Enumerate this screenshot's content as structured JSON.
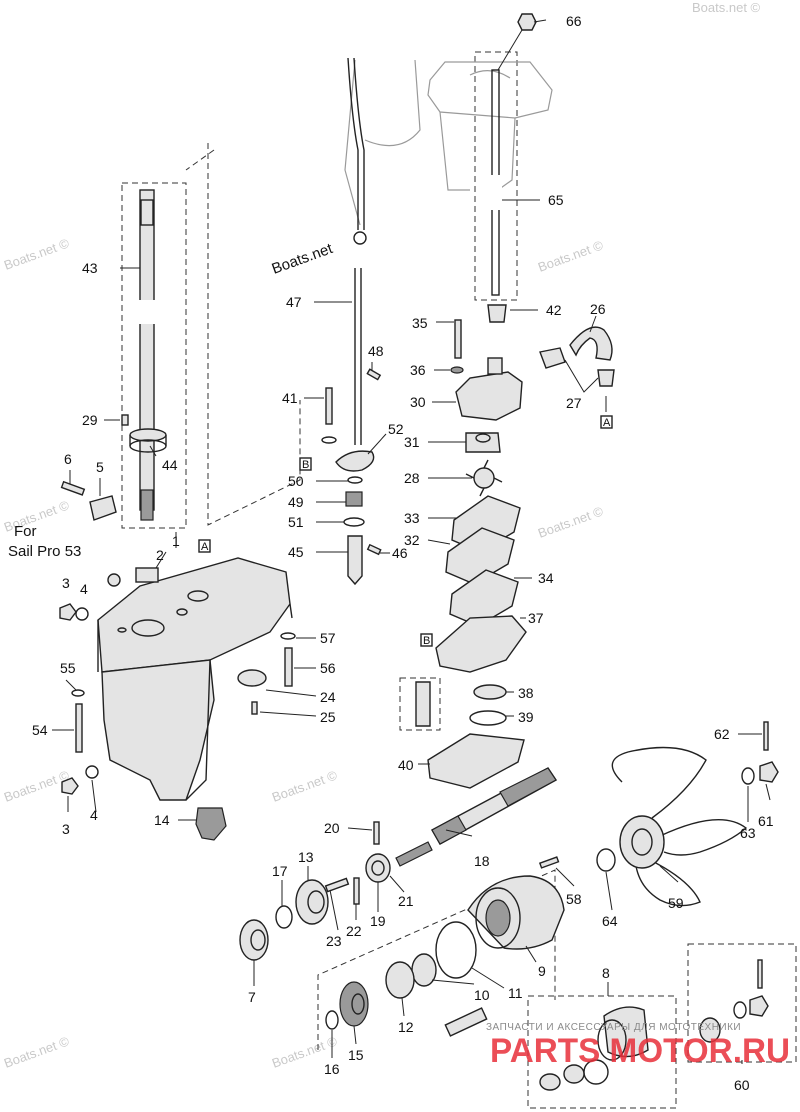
{
  "watermarks": {
    "main": "Boats.net",
    "faint": "Boats.net ©"
  },
  "note": {
    "line1": "For",
    "line2": "Sail Pro 53"
  },
  "ref_boxes": {
    "a": "A",
    "b": "B"
  },
  "shop_banner": {
    "text": "ЗАПЧАСТИ И АКСЕССУАРЫ ДЛЯ МОТОТЕХНИКИ",
    "logo": "PARTS MOTOR.RU"
  },
  "callouts": {
    "c1": "1",
    "c2": "2",
    "c3a": "3",
    "c3b": "3",
    "c4a": "4",
    "c4b": "4",
    "c5": "5",
    "c6": "6",
    "c7": "7",
    "c8": "8",
    "c9": "9",
    "c10": "10",
    "c11": "11",
    "c12": "12",
    "c13": "13",
    "c14": "14",
    "c15": "15",
    "c16": "16",
    "c17": "17",
    "c18": "18",
    "c19": "19",
    "c20": "20",
    "c21": "21",
    "c22": "22",
    "c23": "23",
    "c24": "24",
    "c25": "25",
    "c26": "26",
    "c27": "27",
    "c28": "28",
    "c29": "29",
    "c30": "30",
    "c31": "31",
    "c32": "32",
    "c33": "33",
    "c34": "34",
    "c35": "35",
    "c36": "36",
    "c37": "37",
    "c38": "38",
    "c39": "39",
    "c40": "40",
    "c41": "41",
    "c42": "42",
    "c43": "43",
    "c44": "44",
    "c45": "45",
    "c46": "46",
    "c47": "47",
    "c48": "48",
    "c49": "49",
    "c50": "50",
    "c51": "51",
    "c52": "52",
    "c54": "54",
    "c55": "55",
    "c56": "56",
    "c57": "57",
    "c58": "58",
    "c59": "59",
    "c60": "60",
    "c61": "61",
    "c62": "62",
    "c63": "63",
    "c64": "64",
    "c65": "65",
    "c66": "66"
  }
}
